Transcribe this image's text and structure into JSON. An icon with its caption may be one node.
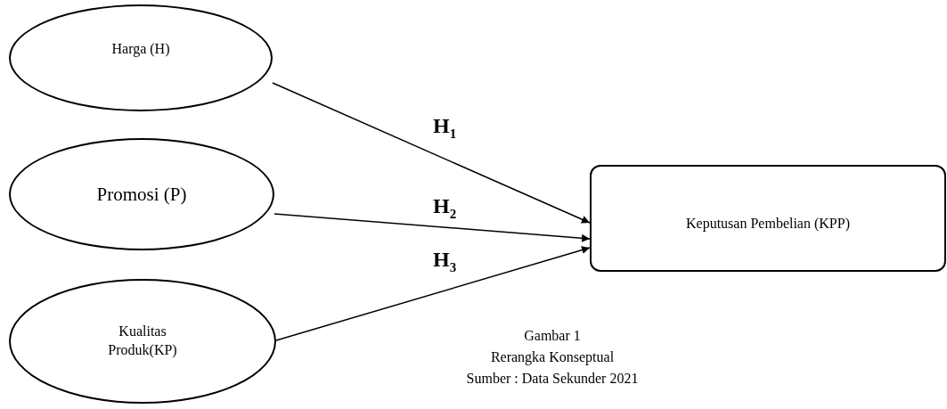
{
  "diagram": {
    "nodes": [
      {
        "text": [
          "Harga (H)"
        ]
      },
      {
        "text": [
          "Promosi (P)"
        ]
      },
      {
        "text": [
          "Kualitas Produk(KP)"
        ]
      },
      {
        "text": [
          "Keputusan Pembelian (KPP)"
        ]
      }
    ],
    "edges": [
      {
        "from": 0,
        "to": 3,
        "arrow": "to",
        "label": "H$_{1}$"
      },
      {
        "from": 1,
        "to": 3,
        "arrow": "to",
        "label": "H$_{2}$"
      },
      {
        "from": 2,
        "to": 3,
        "arrow": "to",
        "label": "H$_{3}$"
      }
    ],
    "labels": [
      "Gambar 1",
      "Rerangka Konseptual",
      "Sumber : Data Sekunder 2021"
    ]
  }
}
